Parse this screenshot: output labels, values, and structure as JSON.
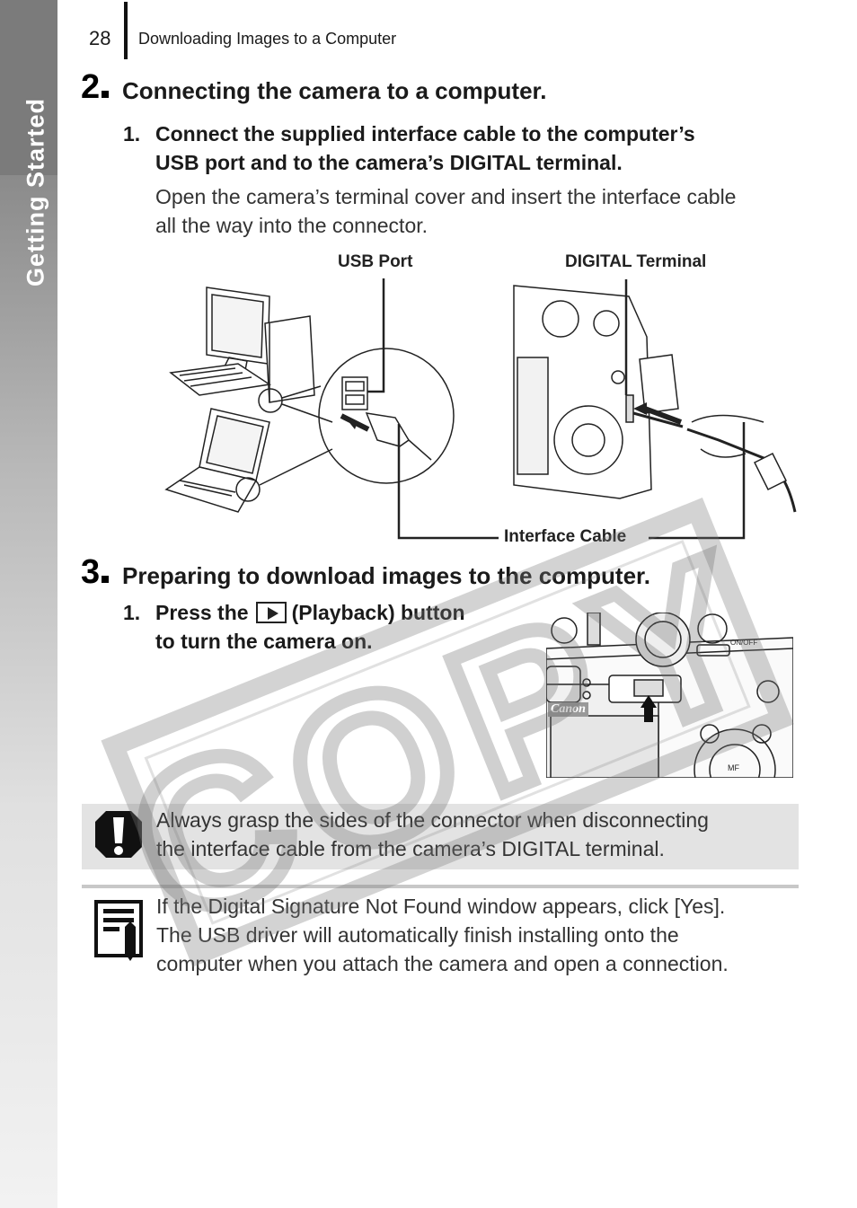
{
  "header": {
    "page_number": "28",
    "section_title": "Downloading Images to a Computer",
    "side_tab": "Getting Started"
  },
  "step2": {
    "number": "2",
    "title": "Connecting the camera to a computer.",
    "item_number": "1.",
    "instruction_line1": "Connect the supplied interface cable to the computer’s",
    "instruction_line2": "USB port and to the camera’s DIGITAL terminal.",
    "description_line1": "Open the camera’s terminal cover and insert the interface cable",
    "description_line2": "all the way into the connector.",
    "figure_labels": {
      "usb_port": "USB Port",
      "digital_terminal": "DIGITAL Terminal",
      "interface_cable": "Interface Cable"
    }
  },
  "step3": {
    "number": "3",
    "title": "Preparing to download images to the computer.",
    "item_number": "1.",
    "instruction_part1": "Press the",
    "instruction_part2": "(Playback) button",
    "instruction_line2": "to turn the camera on.",
    "camera_brand": "Canon",
    "camera_labels": {
      "power": "ON/OFF",
      "focus": "MF"
    }
  },
  "caution": {
    "icon": "exclamation-icon",
    "line1": "Always grasp the sides of the connector when disconnecting",
    "line2": "the interface cable from the camera’s DIGITAL terminal."
  },
  "note": {
    "icon": "memo-icon",
    "line1": "If the Digital Signature Not Found window appears, click [Yes].",
    "line2": "The USB driver will automatically finish installing onto the",
    "line3": "computer when you attach the camera and open a connection."
  },
  "watermark": "COPY"
}
